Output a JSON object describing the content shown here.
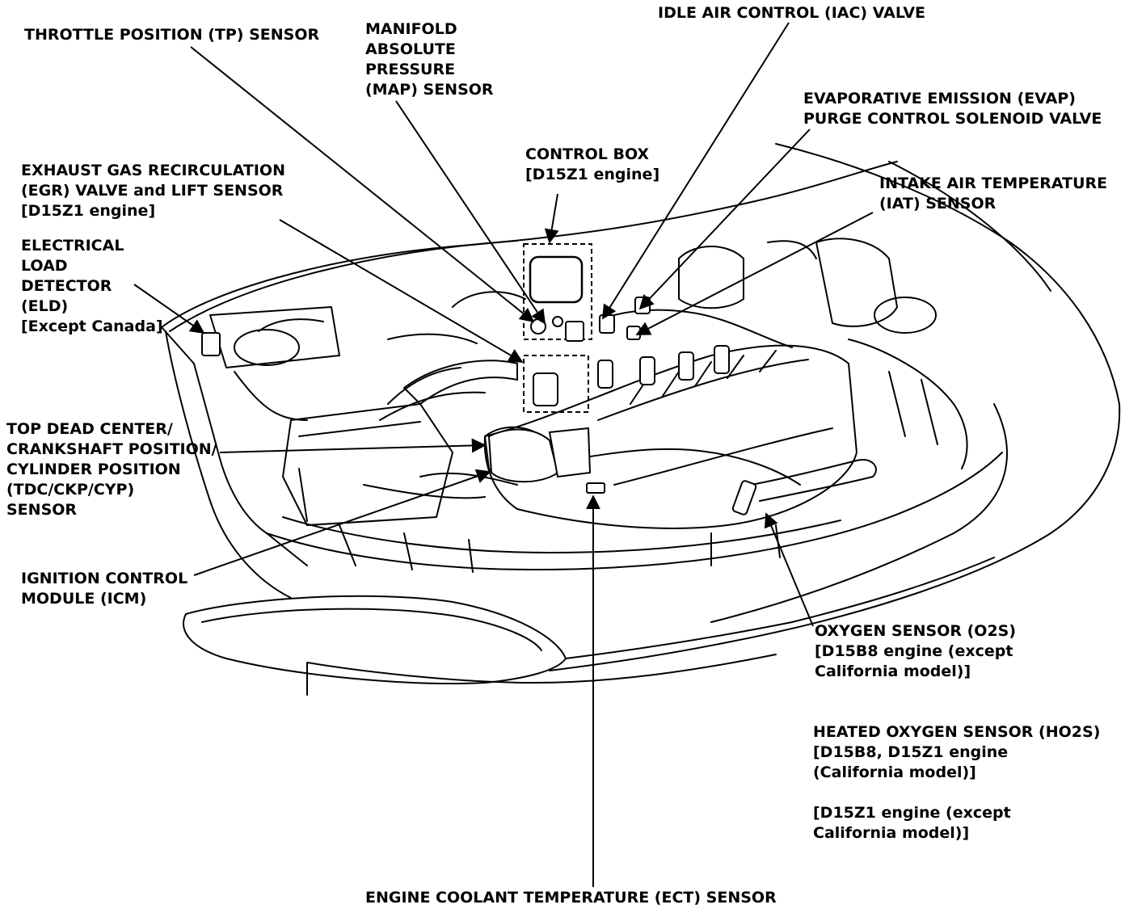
{
  "labels": {
    "throttle_position": [
      "THROTTLE POSITION (TP) SENSOR"
    ],
    "map_sensor": [
      "MANIFOLD",
      "ABSOLUTE",
      "PRESSURE",
      "(MAP) SENSOR"
    ],
    "iac_valve": [
      "IDLE AIR CONTROL (IAC) VALVE"
    ],
    "evap_valve": [
      "EVAPORATIVE EMISSION (EVAP)",
      "PURGE CONTROL SOLENOID VALVE"
    ],
    "control_box": [
      "CONTROL BOX",
      "[D15Z1 engine]"
    ],
    "egr_valve": [
      "EXHAUST GAS RECIRCULATION",
      "(EGR) VALVE and LIFT SENSOR",
      "[D15Z1 engine]"
    ],
    "iat_sensor": [
      "INTAKE AIR TEMPERATURE",
      "(IAT) SENSOR"
    ],
    "eld": [
      "ELECTRICAL",
      "LOAD",
      "DETECTOR",
      "(ELD)",
      "[Except Canada]"
    ],
    "tdc_sensor": [
      "TOP DEAD CENTER/",
      "CRANKSHAFT POSITION/",
      "CYLINDER POSITION",
      "(TDC/CKP/CYP)",
      "SENSOR"
    ],
    "icm": [
      "IGNITION CONTROL",
      "MODULE (ICM)"
    ],
    "o2s": [
      "OXYGEN SENSOR (O2S)",
      "[D15B8 engine (except",
      "California model)]"
    ],
    "ho2s": [
      "HEATED OXYGEN SENSOR (HO2S)",
      "[D15B8, D15Z1 engine",
      "(California model)]"
    ],
    "ho2s_note": [
      "[D15Z1 engine (except",
      "California model)]"
    ],
    "ect_sensor": [
      "ENGINE COOLANT TEMPERATURE (ECT) SENSOR"
    ]
  },
  "colors": {
    "ink": "#000000",
    "paper": "#ffffff"
  }
}
